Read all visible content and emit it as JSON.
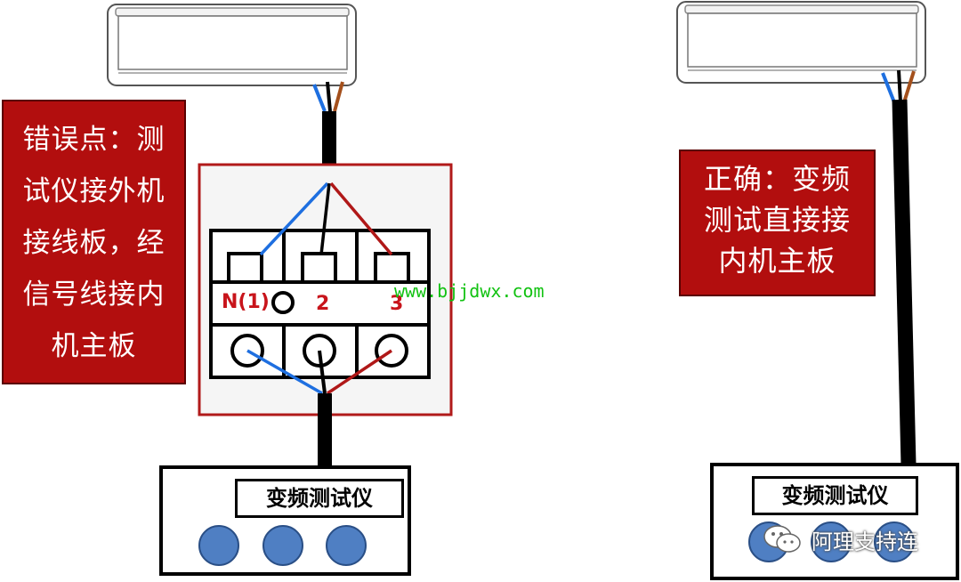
{
  "callouts": {
    "wrong": {
      "lines": [
        "错误点：测",
        "试仪接外机",
        "接线板，经",
        "信号线接内",
        "机主板"
      ]
    },
    "correct": {
      "lines": [
        "正确：变频",
        "测试直接接",
        "内机主板"
      ]
    }
  },
  "terminal_block": {
    "labels": [
      "N(1)",
      "2",
      "3"
    ]
  },
  "testers": {
    "left_label": "变频测试仪",
    "right_label": "变频测试仪"
  },
  "wire_colors": {
    "blue": "#1e6fe0",
    "black": "#000000",
    "red": "#b01818",
    "brown": "#a4501c"
  },
  "colors": {
    "callout_bg": "#b20e0e",
    "frame_red": "#b11a1a",
    "knob_blue": "#4f7fc3"
  },
  "watermarks": {
    "url": "www.bjjdwx.com",
    "brand": "阿理支持连"
  }
}
